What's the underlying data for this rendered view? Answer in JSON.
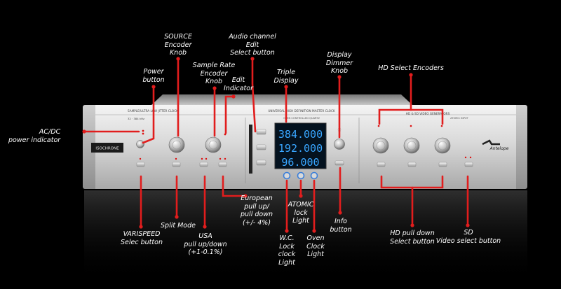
{
  "device": {
    "brand_badge": "ISOCHRONE",
    "logo_text": "Antelope",
    "left_model_text": "SAMPLE/ULTRA LOW JITTER CLOCK",
    "left_freq_text": "32 · 384 kHz",
    "center_title": "UNIVERSAL HIGH DEFINITION MASTER CLOCK",
    "center_subtitle": "OVEN CONTROLLED QUARTZ",
    "right_section_title": "HD & SD VIDEO GENERATORS",
    "right_section_subtitle": "ATOMIC INPUT",
    "display_rows": [
      "384.000",
      "192.000",
      "96.000"
    ],
    "colors": {
      "display": "#39a6ff",
      "leader": "#e11d1d",
      "display_bg": "#04121f"
    }
  },
  "annotations": {
    "acdc": "AC/DC\npower indicator",
    "power": "Power\nbutton",
    "source": "SOURCE\nEncoder\nKnob",
    "sample_rate": "Sample Rate\nEncoder\nKnob",
    "edit_indicator": "Edit\nIndicator",
    "audio_channel": "Audio channel\nEdit\nSelect button",
    "triple_display": "Triple\nDisplay",
    "dimmer": "Display\nDimmer\nKnob",
    "hd_select": "HD Select Encoders",
    "varispeed": "VARISPEED\nSelec button",
    "split_mode": "Split Mode",
    "usa": "USA\npull up/down\n(+1-0.1%)",
    "european": "European\npull up/\npull down\n(+/- 4%)",
    "atomic": "ATOMIC\nlock\nLight",
    "wc_lock": "W.C.\nLock\nclock\nLight",
    "oven": "Oven\nClock\nLight",
    "info": "Info\nbutton",
    "hd_pull": "HD pull down\nSelect button",
    "sd_video": "SD\nVideo select button"
  }
}
